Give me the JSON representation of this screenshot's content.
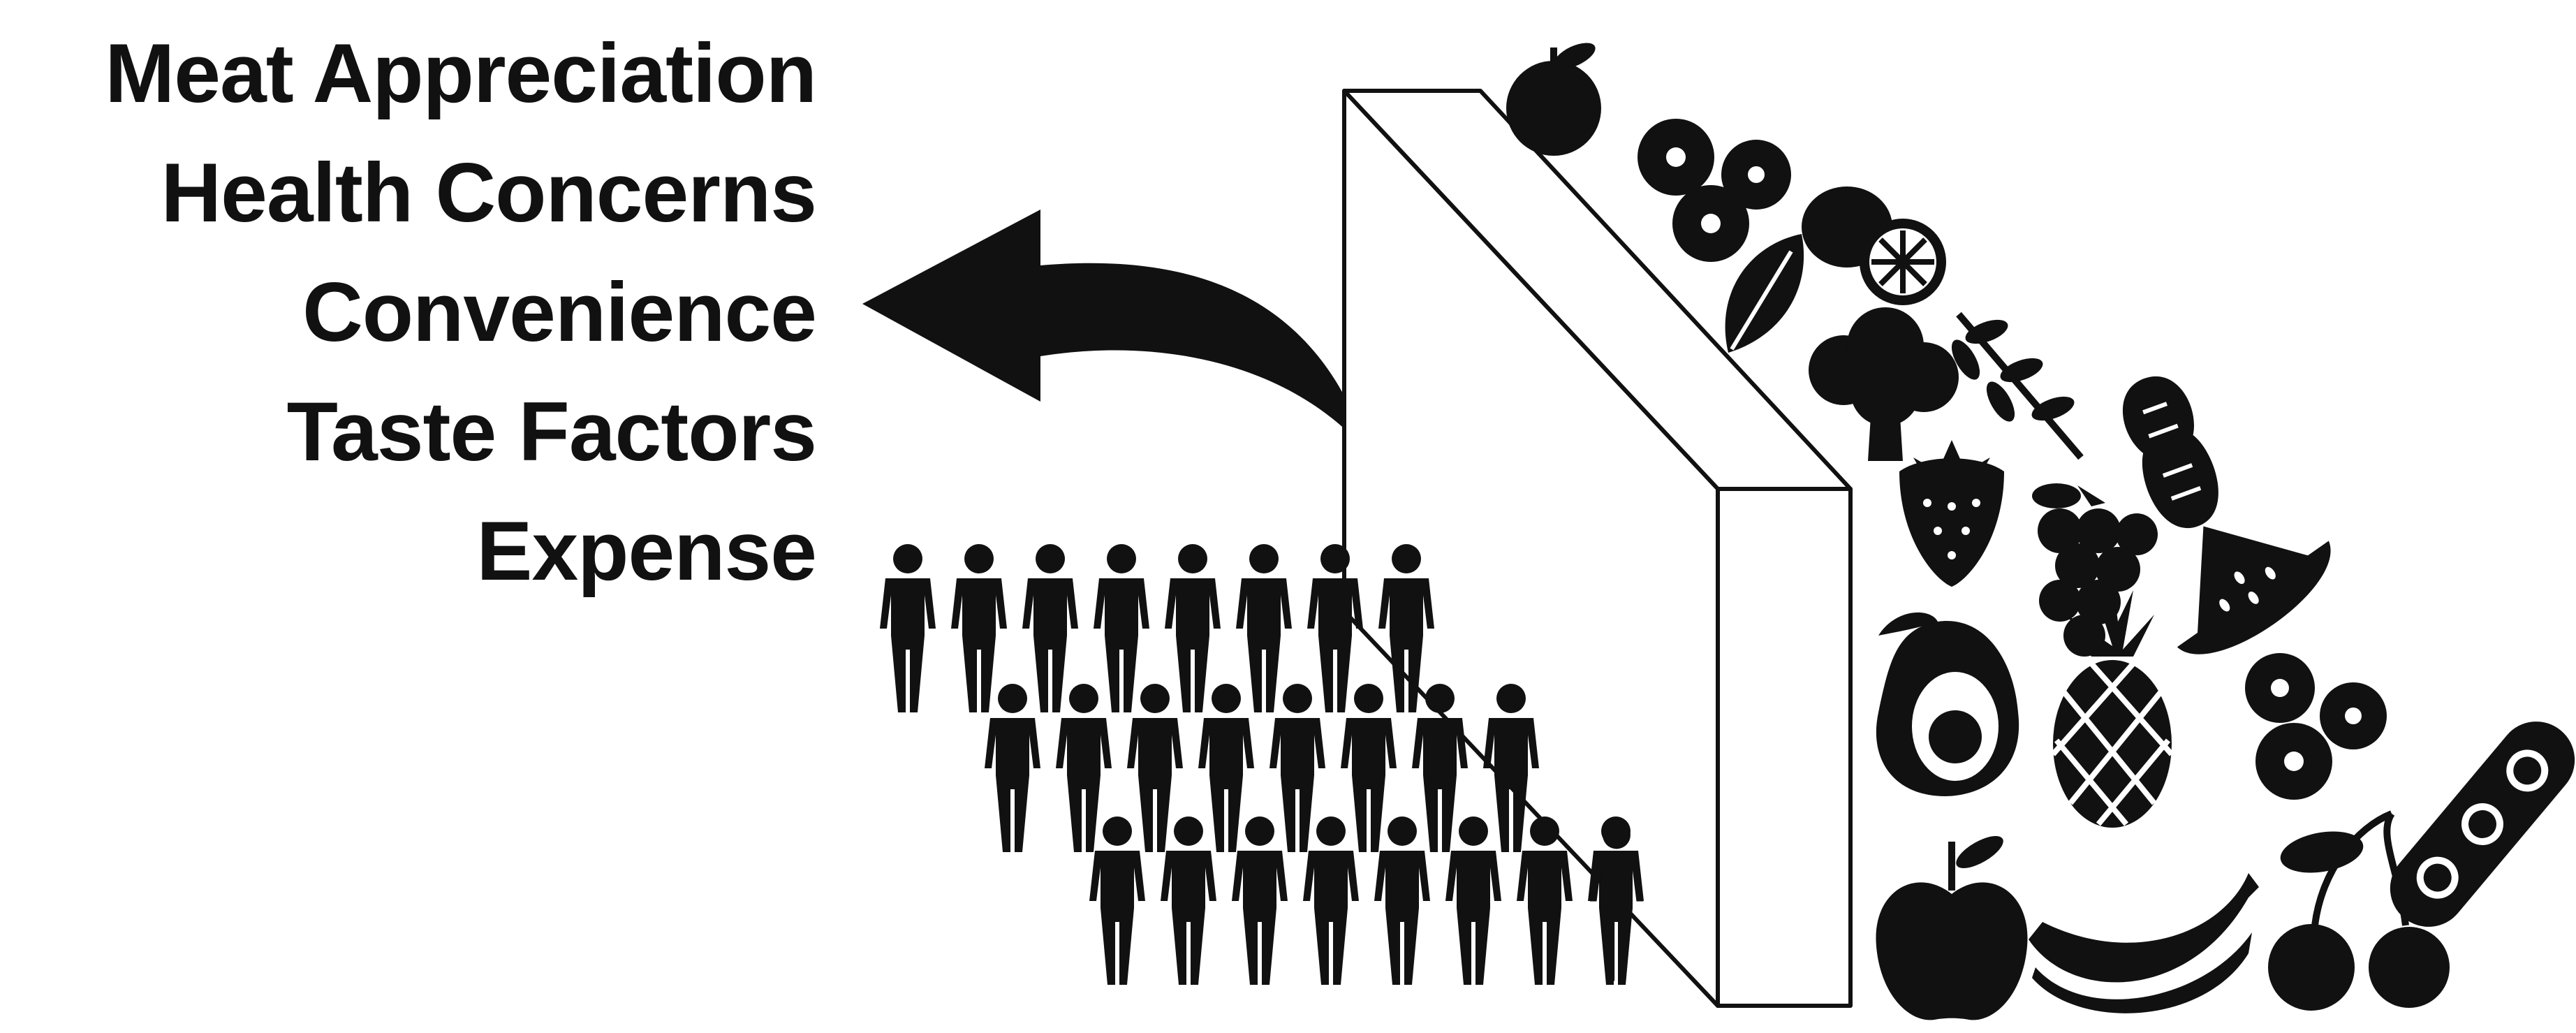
{
  "barriers": [
    "Meat Appreciation",
    "Health Concerns",
    "Convenience",
    "Taste Factors",
    "Expense"
  ],
  "colors": {
    "ink": "#111111",
    "background": "#ffffff"
  },
  "crowd": {
    "rows": 3,
    "people_per_row": [
      8,
      8,
      8
    ]
  },
  "arrow": {
    "direction": "left",
    "meaning": "people turned back by the wall"
  },
  "wall": {
    "style": "outlined 3D slab"
  },
  "produce_icons": [
    "apple-icon",
    "blueberries-icon",
    "lemon-icon",
    "leaf-icon",
    "broccoli-icon",
    "wheat-icon",
    "peanut-icon",
    "strawberry-icon",
    "grapes-icon",
    "watermelon-icon",
    "avocado-icon",
    "pineapple-icon",
    "blueberries-icon",
    "soybean-icon",
    "apple-icon",
    "banana-icon",
    "cherries-icon"
  ]
}
